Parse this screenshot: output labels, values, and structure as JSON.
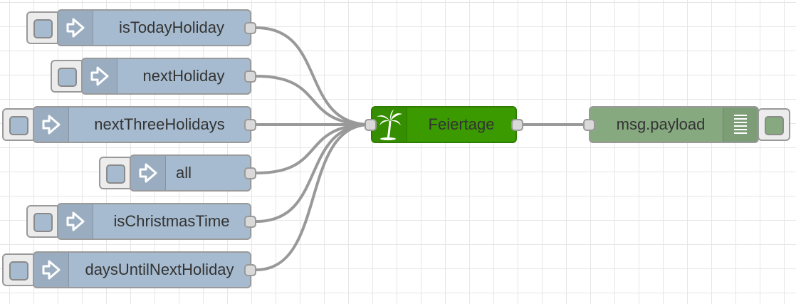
{
  "canvas": {
    "grid_color": "#e6e6e6",
    "background": "#ffffff",
    "wire_color": "#999999"
  },
  "inject_nodes": [
    {
      "label": "isTodayHoliday",
      "icon": "arrow-in-icon",
      "color": "#a6bbcf"
    },
    {
      "label": "nextHoliday",
      "icon": "arrow-in-icon",
      "color": "#a6bbcf"
    },
    {
      "label": "nextThreeHolidays",
      "icon": "arrow-in-icon",
      "color": "#a6bbcf"
    },
    {
      "label": "all",
      "icon": "arrow-in-icon",
      "color": "#a6bbcf"
    },
    {
      "label": "isChristmasTime",
      "icon": "arrow-in-icon",
      "color": "#a6bbcf"
    },
    {
      "label": "daysUntilNextHoliday",
      "icon": "arrow-in-icon",
      "color": "#a6bbcf"
    }
  ],
  "function_node": {
    "label": "Feiertage",
    "icon": "palm-tree-icon",
    "color": "#3a9a00"
  },
  "debug_node": {
    "label": "msg.payload",
    "icon": "debug-list-icon",
    "color": "#87a980"
  }
}
